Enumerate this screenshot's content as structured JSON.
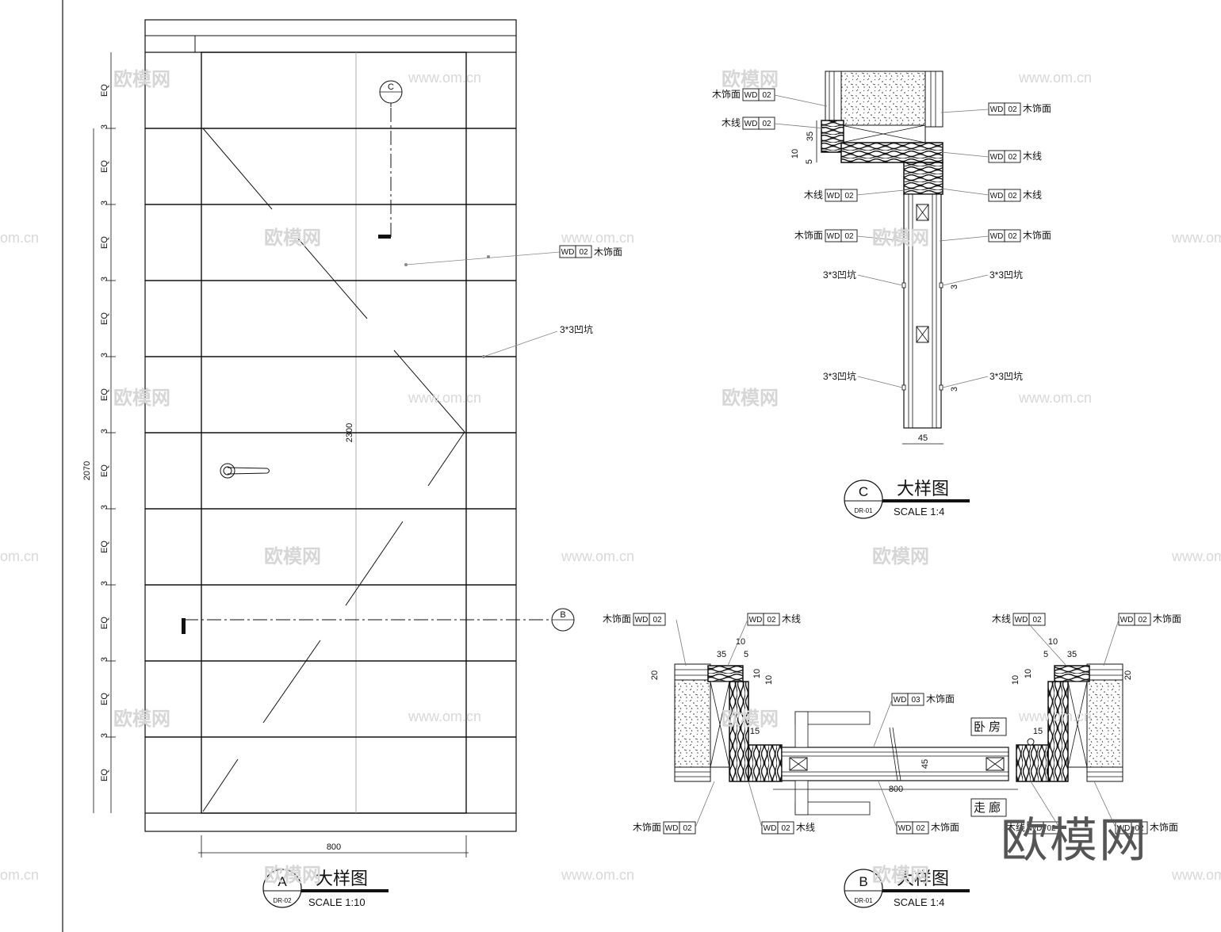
{
  "watermarks": {
    "url": "www.om.cn",
    "url_cut": "om.cn",
    "brand_cn": "欧模网",
    "big_brand": "欧模网"
  },
  "detail_a": {
    "circle_letter": "A",
    "sheet_ref": "DR-02",
    "title": "大样图",
    "scale": "SCALE 1:10",
    "width_dim": "800",
    "overall_height_dim": "2300",
    "panel_height_dim": "2070",
    "eq_label": "EQ",
    "gap_label": "3",
    "section_c_tag": "C",
    "section_b_tag": "B",
    "callout_material_code": "WD",
    "callout_material_num": "02",
    "callout_material_name": "木饰面",
    "callout_groove": "3*3凹坑"
  },
  "detail_c": {
    "circle_letter": "C",
    "sheet_ref": "DR-01",
    "title": "大样图",
    "scale": "SCALE 1:4",
    "dims": {
      "d35": "35",
      "d10": "10",
      "d5": "5",
      "d45": "45",
      "d3": "3"
    },
    "labels": {
      "wood_face": "木饰面",
      "wood_line": "木线",
      "wd": "WD",
      "n02": "02",
      "groove": "3*3凹坑"
    }
  },
  "detail_b": {
    "circle_letter": "B",
    "sheet_ref": "DR-01",
    "title": "大样图",
    "scale": "SCALE 1:4",
    "dims": {
      "d20": "20",
      "d35": "35",
      "d10": "10",
      "d5": "5",
      "d15": "15",
      "d45": "45",
      "d800": "800"
    },
    "labels": {
      "wood_face": "木饰面",
      "wood_line": "木线",
      "wd": "WD",
      "n02": "02",
      "n03": "03",
      "bedroom": "卧房",
      "corridor": "走廊"
    }
  }
}
